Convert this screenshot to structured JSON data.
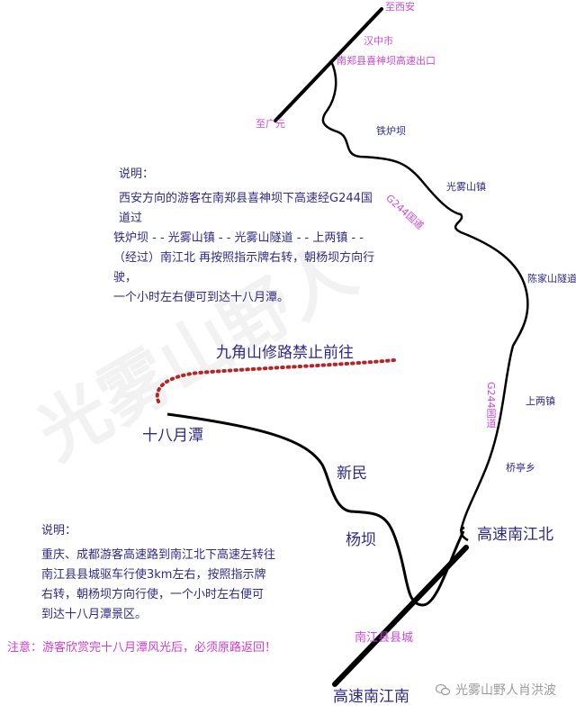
{
  "map": {
    "labels": {
      "to_xian": "至西安",
      "hanzhong": "汉中市",
      "exit": "南郑县喜神坝高速出口",
      "to_guangyuan": "至广元",
      "tieluba": "铁炉坝",
      "guangwushan_town": "光雾山镇",
      "g244_upper": "G244国道",
      "chenjiashan_tunnel": "陈家山隧道",
      "g244_lower": "G244国道",
      "shangliang_town": "上两镇",
      "qiaoting": "桥亭乡",
      "jiujiaoshan": "九角山修路禁止前往",
      "shibayuetan": "十八月潭",
      "xinmin": "新民",
      "yangba": "杨坝",
      "nanjiang_north": "高速南江北",
      "nanjiang_county": "南江县县城",
      "nanjiang_south": "高速南江南"
    },
    "watermark_text": "光雾山野人",
    "colors": {
      "road": "#000000",
      "closed_road": "#b3262a",
      "pink_label": "#c94ad6",
      "navy_label": "#2e2a86"
    }
  },
  "note1": {
    "title": "说明：",
    "lines": [
      "西安方向的游客在南郑县喜神坝下高速经G244国道过",
      "铁炉坝 - - 光雾山镇 - - 光雾山隧道 - - 上两镇 - -",
      "（经过）南江北 再按照指示牌右转，朝杨坝方向行驶，",
      "一个小时左右便可到达十八月潭。"
    ]
  },
  "note2": {
    "title": "说明：",
    "lines": [
      "重庆、成都游客高速路到南江北下高速左转往",
      "南江县县城驱车行使3km左右，按照指示牌",
      "右转，朝杨坝方向行使，一个小时左右便可",
      "到达十八月潭景区。"
    ]
  },
  "warning": "注意：游客欣赏完十八月潭风光后，必须原路返回！",
  "brand": {
    "icon": "wechat-icon",
    "name": "光雾山野人肖洪波"
  }
}
